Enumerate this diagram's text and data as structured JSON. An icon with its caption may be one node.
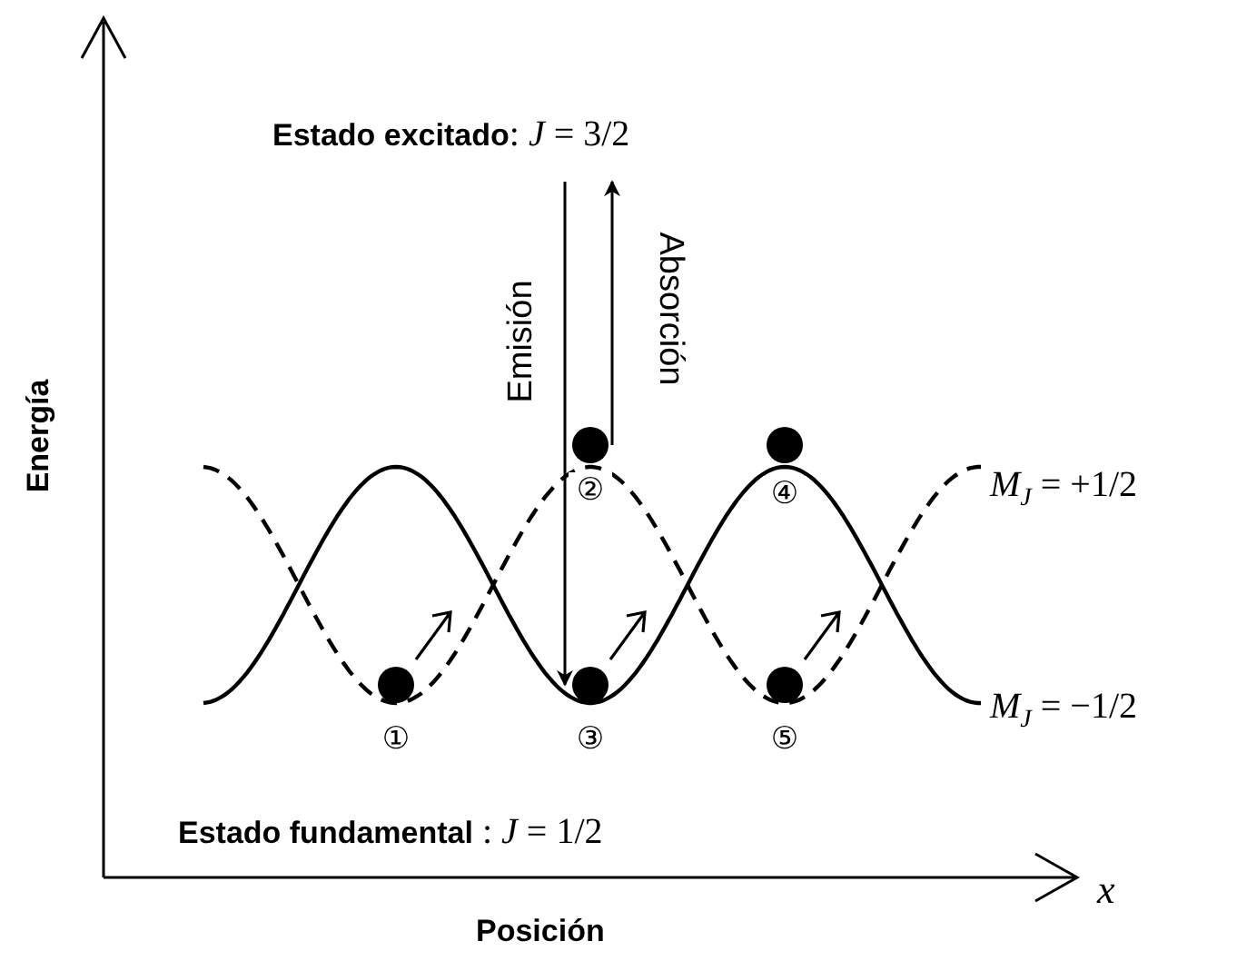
{
  "diagram": {
    "nodes": [
      {
        "text": [],
        "shape": "circle",
        "beside": [
          "①"
        ]
      },
      {
        "text": [],
        "shape": "circle",
        "beside": [
          "②"
        ]
      },
      {
        "text": [],
        "shape": "circle",
        "beside": [
          "③"
        ]
      },
      {
        "text": [],
        "shape": "circle",
        "beside": [
          "④"
        ]
      },
      {
        "text": [],
        "shape": "circle",
        "beside": [
          "⑤"
        ]
      }
    ],
    "edges": [
      {
        "from": null,
        "to": 2,
        "arrow": "to",
        "label": "Emisión"
      },
      {
        "from": 1,
        "to": null,
        "arrow": "to",
        "label": "Absorción"
      }
    ],
    "labels": [
      "**Estado excitado**: *J* = 3/2",
      "Energía",
      "*M*$_{J}$ = +1/2",
      "*M*$_{J}$ = −1/2",
      "**Estado fundamental** : *J* = 1/2",
      "*x*",
      "Posición"
    ]
  }
}
